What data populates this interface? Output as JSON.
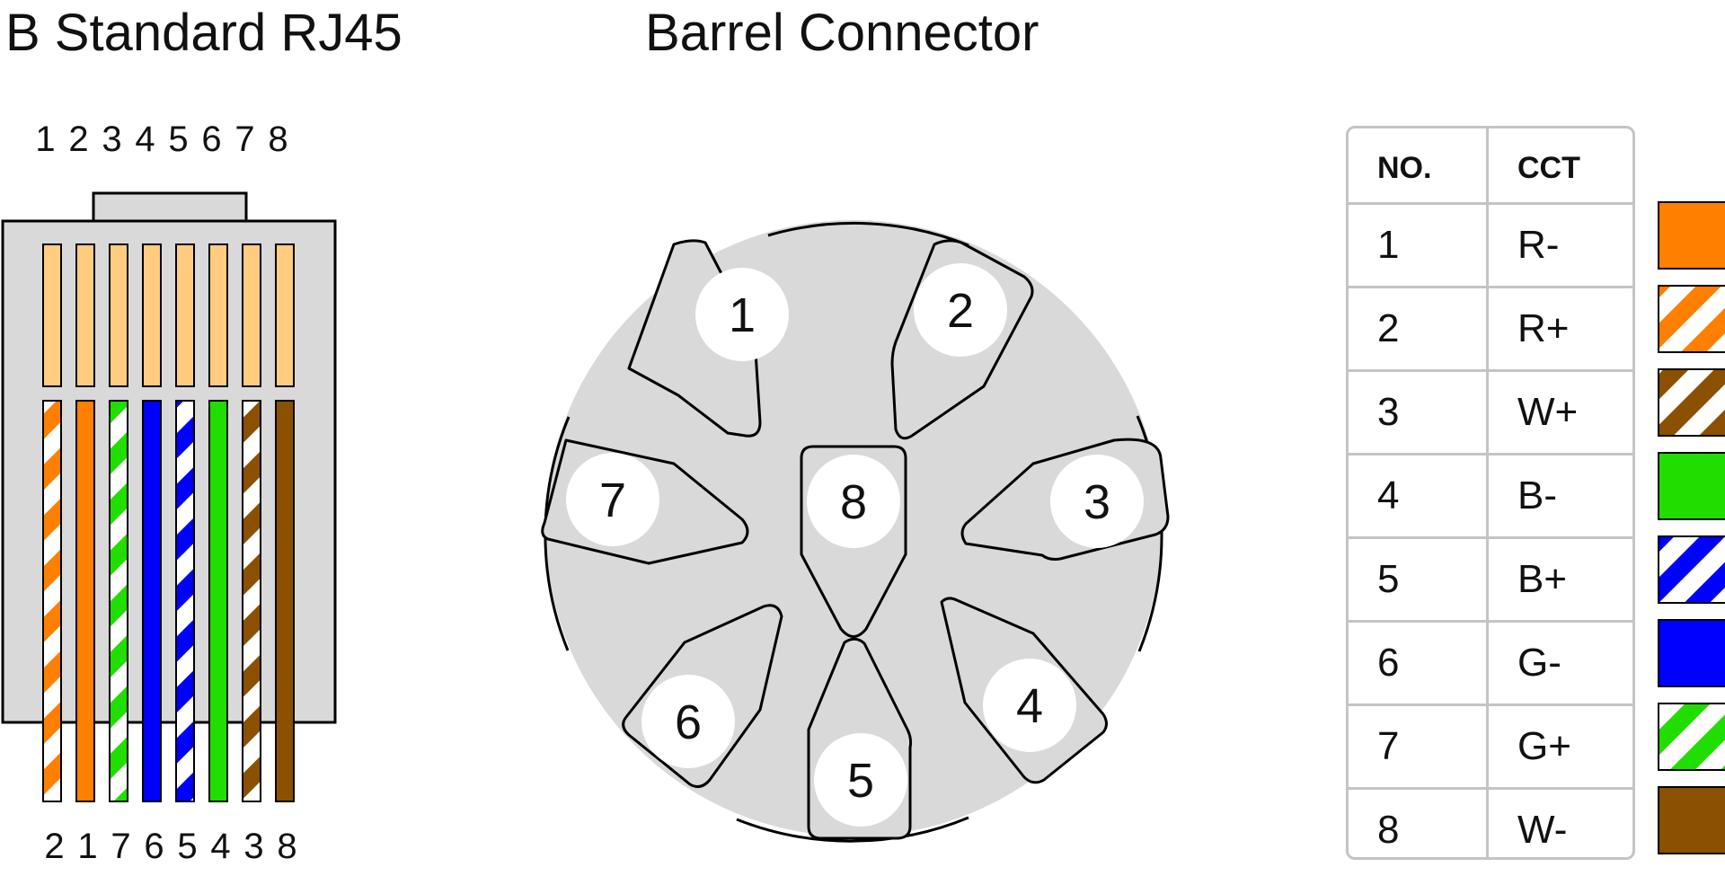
{
  "titles": {
    "rj45": "B Standard RJ45",
    "barrel": "Barrel Connector"
  },
  "rj45": {
    "top_pin_numbers": [
      "1",
      "2",
      "3",
      "4",
      "5",
      "6",
      "7",
      "8"
    ],
    "bottom_pin_numbers": [
      "2",
      "1",
      "7",
      "6",
      "5",
      "4",
      "3",
      "8"
    ],
    "wires": [
      {
        "color": "#FF7F00",
        "striped": true
      },
      {
        "color": "#FF7F00",
        "striped": false
      },
      {
        "color": "#22DD00",
        "striped": true
      },
      {
        "color": "#0000FF",
        "striped": false
      },
      {
        "color": "#0000FF",
        "striped": true
      },
      {
        "color": "#22DD00",
        "striped": false
      },
      {
        "color": "#8B5000",
        "striped": true
      },
      {
        "color": "#8B5000",
        "striped": false
      }
    ],
    "contact_color": "#FFCC80",
    "body_color": "#D9D9D9"
  },
  "barrel": {
    "pin_labels": [
      "1",
      "2",
      "3",
      "4",
      "5",
      "6",
      "7",
      "8"
    ],
    "body_color": "#D9D9D9"
  },
  "table": {
    "headers": [
      "NO.",
      "CCT"
    ],
    "rows": [
      {
        "no": "1",
        "cct": "R-",
        "swatch_color": "#FF7F00",
        "striped": false
      },
      {
        "no": "2",
        "cct": "R+",
        "swatch_color": "#FF7F00",
        "striped": true
      },
      {
        "no": "3",
        "cct": "W+",
        "swatch_color": "#8B5000",
        "striped": true
      },
      {
        "no": "4",
        "cct": "B-",
        "swatch_color": "#22DD00",
        "striped": false
      },
      {
        "no": "5",
        "cct": "B+",
        "swatch_color": "#0000FF",
        "striped": true
      },
      {
        "no": "6",
        "cct": "G-",
        "swatch_color": "#0000FF",
        "striped": false
      },
      {
        "no": "7",
        "cct": "G+",
        "swatch_color": "#22DD00",
        "striped": true
      },
      {
        "no": "8",
        "cct": "W-",
        "swatch_color": "#8B5000",
        "striped": false
      }
    ]
  }
}
